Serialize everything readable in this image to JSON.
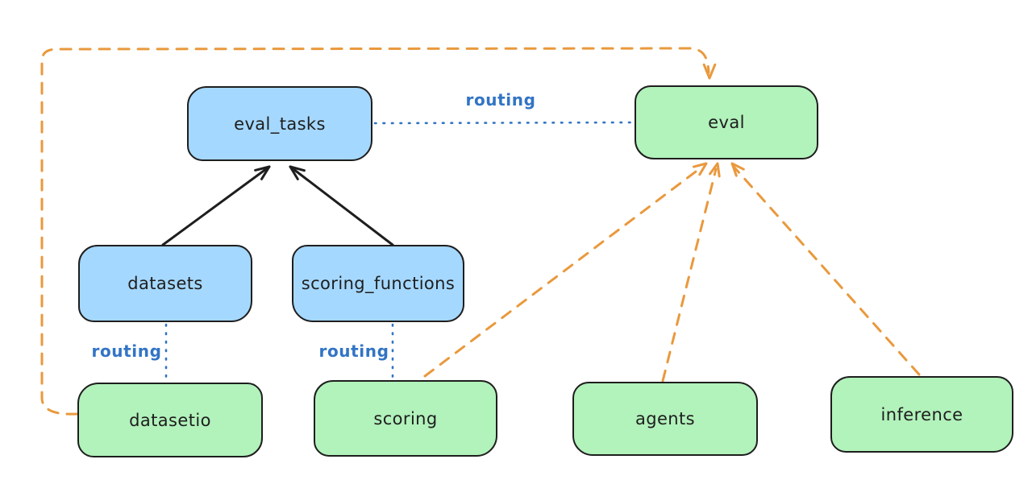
{
  "colors": {
    "api_fill": "#a5d8ff",
    "provider_fill": "#b2f2bb",
    "ink": "#1e1e1e",
    "routing_blue": "#3274c5",
    "orange": "#e9993d",
    "bg": "#ffffff"
  },
  "nodes": {
    "eval_tasks": {
      "label": "eval_tasks",
      "kind": "api"
    },
    "eval": {
      "label": "eval",
      "kind": "provider"
    },
    "datasets": {
      "label": "datasets",
      "kind": "api"
    },
    "scoring_functions": {
      "label": "scoring_functions",
      "kind": "api"
    },
    "datasetio": {
      "label": "datasetio",
      "kind": "provider"
    },
    "scoring": {
      "label": "scoring",
      "kind": "provider"
    },
    "agents": {
      "label": "agents",
      "kind": "provider"
    },
    "inference": {
      "label": "inference",
      "kind": "provider"
    }
  },
  "edges": [
    {
      "from": "datasets",
      "to": "eval_tasks",
      "style": "solid",
      "color": "black",
      "arrow": true
    },
    {
      "from": "scoring_functions",
      "to": "eval_tasks",
      "style": "solid",
      "color": "black",
      "arrow": true
    },
    {
      "from": "eval_tasks",
      "to": "eval",
      "style": "dotted",
      "color": "blue",
      "label": "routing"
    },
    {
      "from": "datasets",
      "to": "datasetio",
      "style": "dotted",
      "color": "blue",
      "label": "routing"
    },
    {
      "from": "scoring_functions",
      "to": "scoring",
      "style": "dotted",
      "color": "blue",
      "label": "routing"
    },
    {
      "from": "datasetio",
      "to": "eval",
      "style": "dashed",
      "color": "orange",
      "arrow": true
    },
    {
      "from": "scoring",
      "to": "eval",
      "style": "dashed",
      "color": "orange",
      "arrow": true
    },
    {
      "from": "agents",
      "to": "eval",
      "style": "dashed",
      "color": "orange",
      "arrow": true
    },
    {
      "from": "inference",
      "to": "eval",
      "style": "dashed",
      "color": "orange",
      "arrow": true
    }
  ]
}
